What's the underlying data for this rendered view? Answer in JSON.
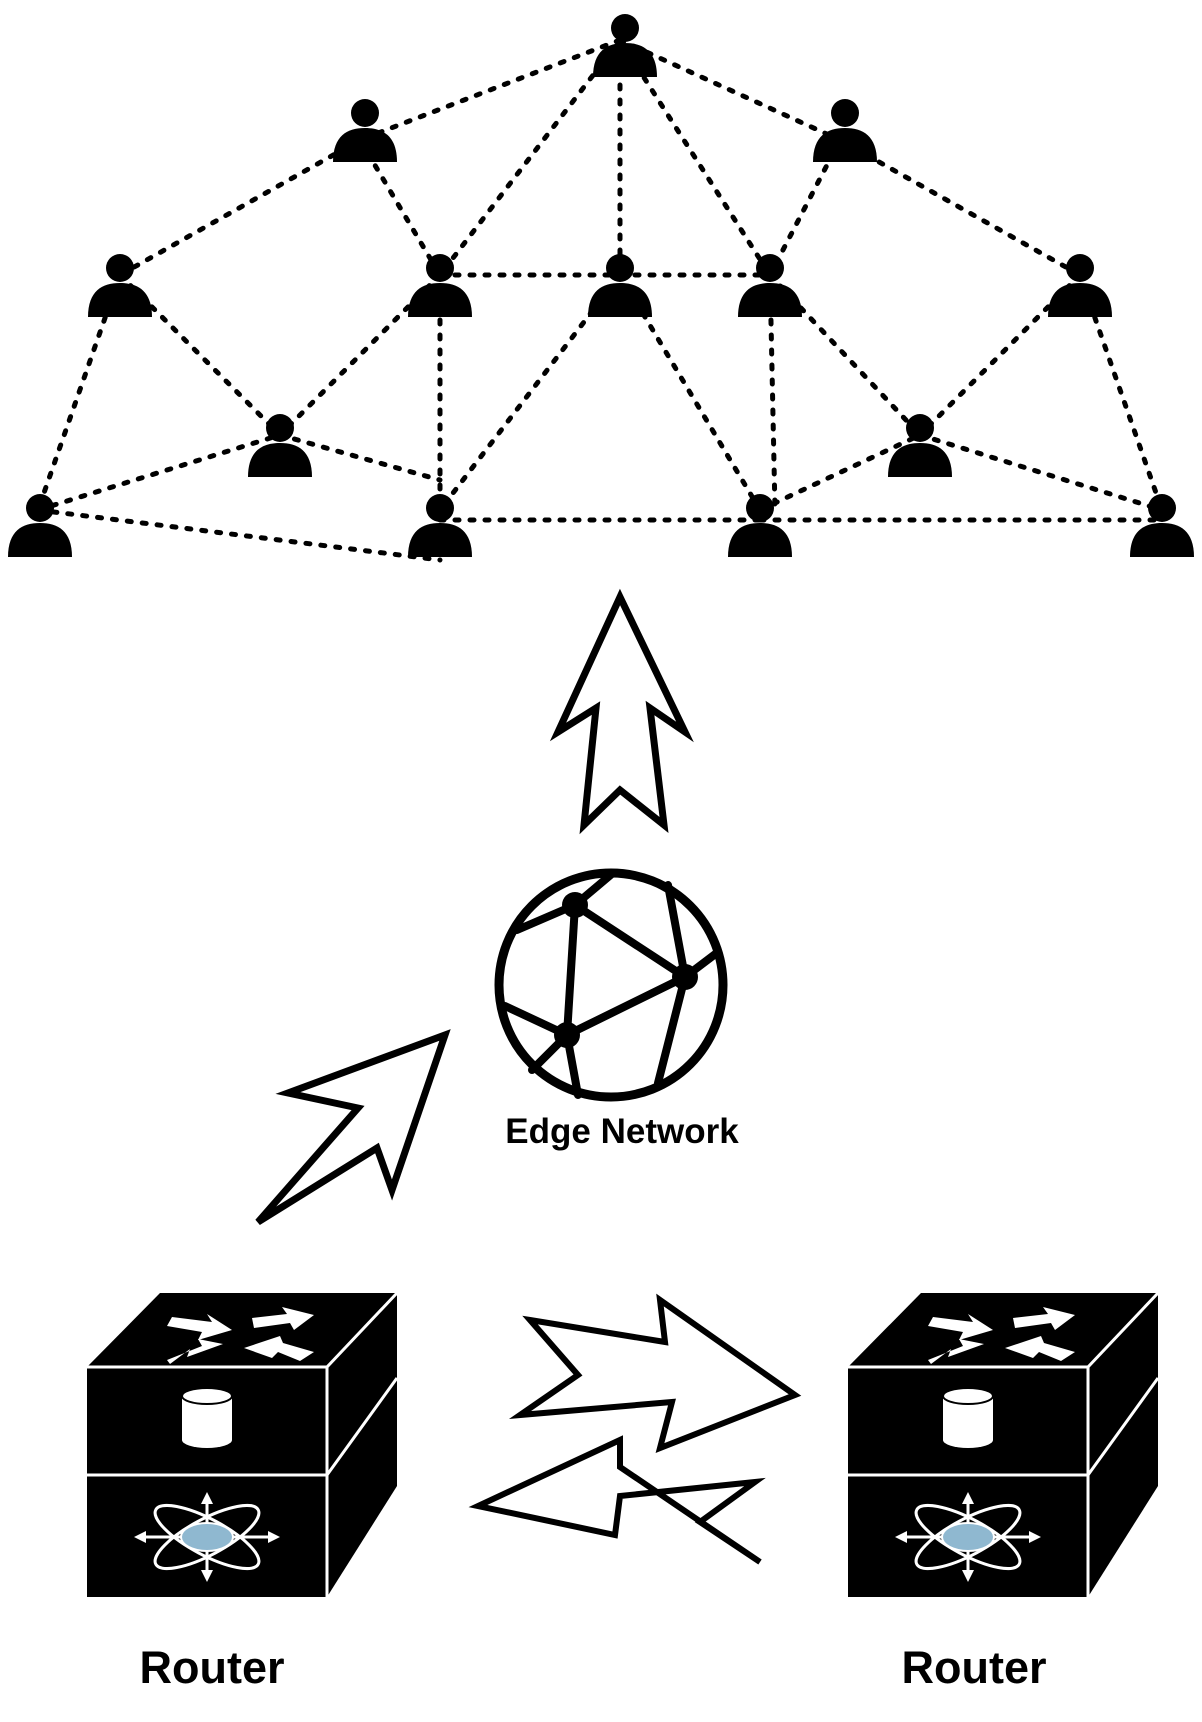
{
  "diagram": {
    "edge_network_label": "Edge Network",
    "router_left_label": "Router",
    "router_right_label": "Router"
  },
  "colors": {
    "stroke": "#000000",
    "background": "#ffffff",
    "router_core_accent": "#8fb8d0"
  },
  "icons": {
    "user": "person-icon",
    "edge_network": "network-globe-icon",
    "router": "router-icon",
    "arrow": "hollow-arrow-icon"
  }
}
